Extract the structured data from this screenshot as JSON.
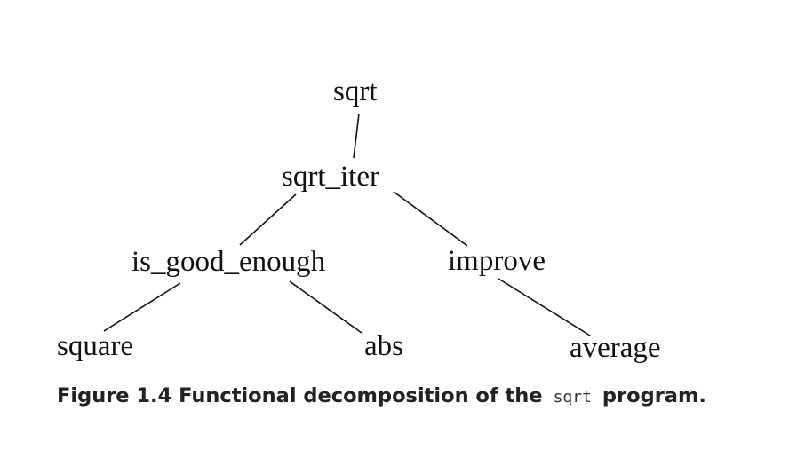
{
  "diagram": {
    "nodes": {
      "sqrt": "sqrt",
      "sqrt_iter": "sqrt_iter",
      "is_good_enough": "is_good_enough",
      "improve": "improve",
      "square": "square",
      "abs": "abs",
      "average": "average"
    },
    "edges": [
      [
        "sqrt",
        "sqrt_iter"
      ],
      [
        "sqrt_iter",
        "is_good_enough"
      ],
      [
        "sqrt_iter",
        "improve"
      ],
      [
        "is_good_enough",
        "square"
      ],
      [
        "is_good_enough",
        "abs"
      ],
      [
        "improve",
        "average"
      ]
    ]
  },
  "caption": {
    "prefix": "Figure 1.4 Functional decomposition of the",
    "code": "sqrt",
    "suffix": "program."
  }
}
